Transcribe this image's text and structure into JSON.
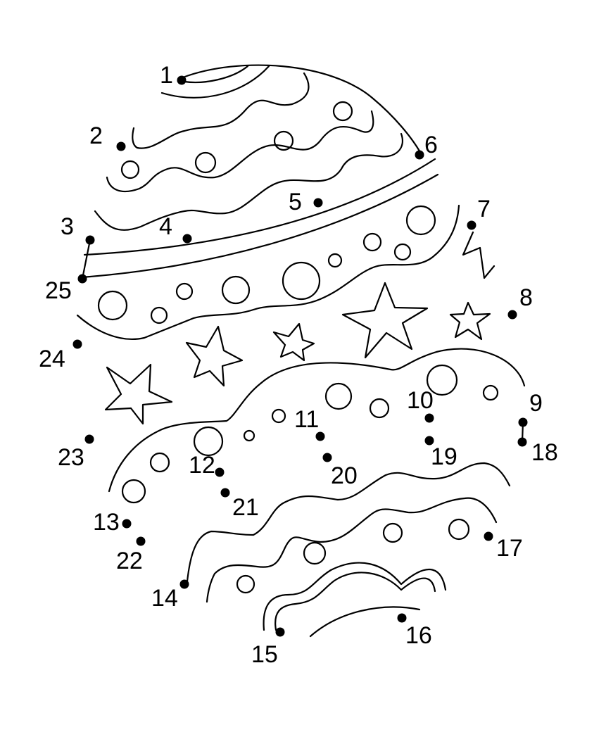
{
  "dots": [
    {
      "n": "1"
    },
    {
      "n": "2"
    },
    {
      "n": "3"
    },
    {
      "n": "4"
    },
    {
      "n": "5"
    },
    {
      "n": "6"
    },
    {
      "n": "7"
    },
    {
      "n": "8"
    },
    {
      "n": "9"
    },
    {
      "n": "10"
    },
    {
      "n": "11"
    },
    {
      "n": "12"
    },
    {
      "n": "13"
    },
    {
      "n": "14"
    },
    {
      "n": "15"
    },
    {
      "n": "16"
    },
    {
      "n": "17"
    },
    {
      "n": "18"
    },
    {
      "n": "19"
    },
    {
      "n": "20"
    },
    {
      "n": "21"
    },
    {
      "n": "22"
    },
    {
      "n": "23"
    },
    {
      "n": "24"
    },
    {
      "n": "25"
    }
  ],
  "colors": {
    "ink": "#000000",
    "paper": "#ffffff"
  }
}
